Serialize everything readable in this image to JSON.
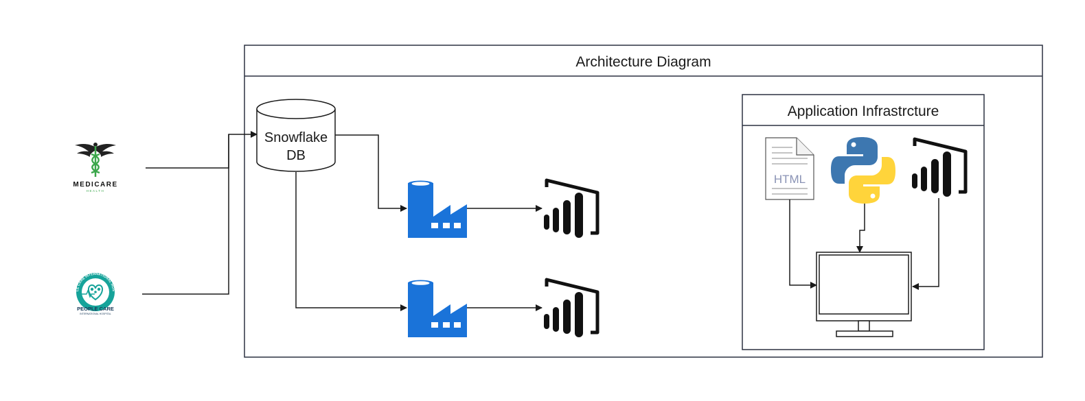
{
  "diagram": {
    "title": "Architecture Diagram",
    "sources": {
      "medicare": {
        "name": "MEDICARE",
        "sub": "HEALTH"
      },
      "peoplecare": {
        "name": "PEOPLE CARE",
        "sub": "INTERNATIONAL HOSPITAL",
        "ring": "PEOPLE CARE INTERNATIONAL HOSPITAL"
      }
    },
    "database": {
      "line1": "Snowflake",
      "line2": "DB"
    },
    "pipelines": [
      {
        "icon": "data-factory-icon",
        "target": "power-bi-icon"
      },
      {
        "icon": "data-factory-icon",
        "target": "power-bi-icon"
      }
    ],
    "app_infra": {
      "title": "Application Infrastrcture",
      "html_label": "HTML",
      "tools": [
        "html-file-icon",
        "python-icon",
        "power-bi-icon"
      ],
      "target": "monitor-icon"
    },
    "colors": {
      "line": "#1a1a1a",
      "border": "#2b3140",
      "factory": "#1a73d9",
      "python_blue": "#3d77b0",
      "python_yellow": "#ffd43b",
      "medicare_green": "#3aa64a",
      "peoplecare_teal": "#16a39a"
    }
  }
}
